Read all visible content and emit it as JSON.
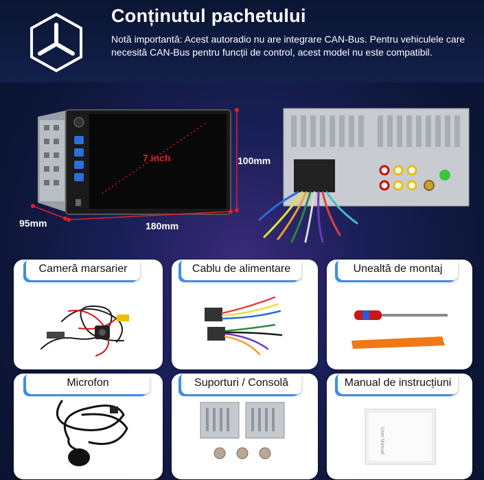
{
  "header": {
    "title": "Conținutul pachetului",
    "note": "Notă importantă: Acest autoradio nu are integrare CAN-Bus. Pentru vehiculele care necesită CAN-Bus pentru funcții de control, acest model nu este compatibil."
  },
  "product": {
    "screen_label": "7 inch",
    "width_label": "180mm",
    "height_label": "100mm",
    "depth_label": "95mm",
    "manual_text": "User Manual"
  },
  "items": [
    {
      "label": "Cameră marsarier",
      "icon": "camera-cable-icon"
    },
    {
      "label": "Cablu de alimentare",
      "icon": "wiring-harness-icon"
    },
    {
      "label": "Unealtă de montaj",
      "icon": "screwdriver-icon"
    },
    {
      "label": "Microfon",
      "icon": "microphone-icon"
    },
    {
      "label": "Suporturi / Consolă",
      "icon": "bracket-icon"
    },
    {
      "label": "Manual de instrucțiuni",
      "icon": "manual-icon"
    }
  ],
  "colors": {
    "accent": "#3e8ee6",
    "dimension_red": "#e0202a",
    "background": "#12204a"
  }
}
